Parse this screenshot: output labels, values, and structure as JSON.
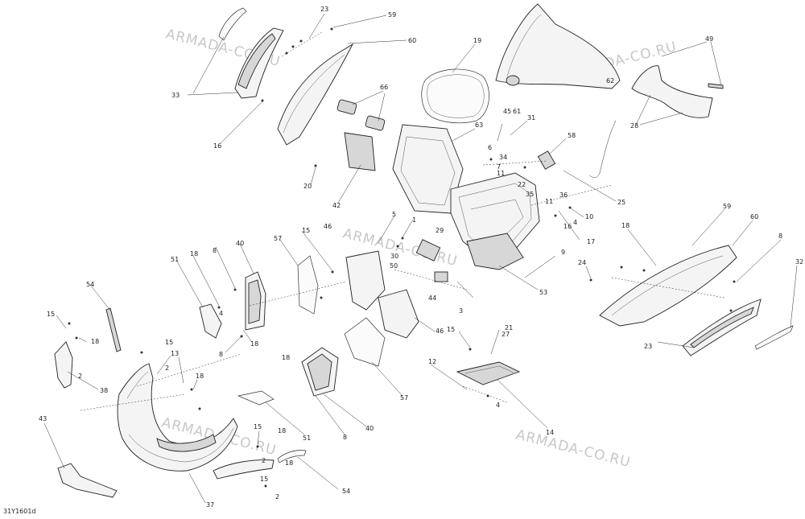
{
  "diagram": {
    "drawing_code": "31Y1601d",
    "watermark": "ARMADA-CO.RU",
    "callouts": [
      "23",
      "59",
      "60",
      "33",
      "16",
      "66",
      "19",
      "63",
      "62",
      "49",
      "28",
      "45",
      "61",
      "31",
      "58",
      "6",
      "34",
      "7",
      "11",
      "22",
      "35",
      "36",
      "10",
      "4",
      "16",
      "17",
      "25",
      "20",
      "42",
      "5",
      "1",
      "46",
      "15",
      "57",
      "30",
      "29",
      "50",
      "44",
      "3",
      "53",
      "9",
      "40",
      "8",
      "18",
      "51",
      "54",
      "13",
      "2",
      "38",
      "43",
      "37",
      "12",
      "21",
      "27",
      "14",
      "24",
      "32"
    ]
  },
  "labels": [
    {
      "id": "c23a",
      "text": "23"
    },
    {
      "id": "c59a",
      "text": "59"
    },
    {
      "id": "c60a",
      "text": "60"
    },
    {
      "id": "c33",
      "text": "33"
    },
    {
      "id": "c16a",
      "text": "16"
    },
    {
      "id": "c66",
      "text": "66"
    },
    {
      "id": "c19",
      "text": "19"
    },
    {
      "id": "c63",
      "text": "63"
    },
    {
      "id": "c62",
      "text": "62"
    },
    {
      "id": "c49",
      "text": "49"
    },
    {
      "id": "c28",
      "text": "28"
    },
    {
      "id": "c45",
      "text": "45"
    },
    {
      "id": "c61",
      "text": "61"
    },
    {
      "id": "c31",
      "text": "31"
    },
    {
      "id": "c58",
      "text": "58"
    },
    {
      "id": "c6",
      "text": "6"
    },
    {
      "id": "c34",
      "text": "34"
    },
    {
      "id": "c7",
      "text": "7"
    },
    {
      "id": "c11a",
      "text": "11"
    },
    {
      "id": "c22",
      "text": "22"
    },
    {
      "id": "c35",
      "text": "35"
    },
    {
      "id": "c36",
      "text": "36"
    },
    {
      "id": "c11b",
      "text": "11"
    },
    {
      "id": "c10",
      "text": "10"
    },
    {
      "id": "c4a",
      "text": "4"
    },
    {
      "id": "c16b",
      "text": "16"
    },
    {
      "id": "c17",
      "text": "17"
    },
    {
      "id": "c25",
      "text": "25"
    },
    {
      "id": "c20",
      "text": "20"
    },
    {
      "id": "c42",
      "text": "42"
    },
    {
      "id": "c5",
      "text": "5"
    },
    {
      "id": "c1",
      "text": "1"
    },
    {
      "id": "c29",
      "text": "29"
    },
    {
      "id": "c30",
      "text": "30"
    },
    {
      "id": "c50",
      "text": "50"
    },
    {
      "id": "c44",
      "text": "44"
    },
    {
      "id": "c3",
      "text": "3"
    },
    {
      "id": "c53",
      "text": "53"
    },
    {
      "id": "c9",
      "text": "9"
    },
    {
      "id": "c59b",
      "text": "59"
    },
    {
      "id": "c60b",
      "text": "60"
    },
    {
      "id": "c18a",
      "text": "18"
    },
    {
      "id": "c8a",
      "text": "8"
    },
    {
      "id": "c24",
      "text": "24"
    },
    {
      "id": "c32",
      "text": "32"
    },
    {
      "id": "c23b",
      "text": "23"
    },
    {
      "id": "c40a",
      "text": "40"
    },
    {
      "id": "c57a",
      "text": "57"
    },
    {
      "id": "c15a",
      "text": "15"
    },
    {
      "id": "c46a",
      "text": "46"
    },
    {
      "id": "c51a",
      "text": "51"
    },
    {
      "id": "c18b",
      "text": "18"
    },
    {
      "id": "c8b",
      "text": "8"
    },
    {
      "id": "c54a",
      "text": "54"
    },
    {
      "id": "c15b",
      "text": "15"
    },
    {
      "id": "c4b",
      "text": "4"
    },
    {
      "id": "c18c",
      "text": "18"
    },
    {
      "id": "c8c",
      "text": "8"
    },
    {
      "id": "c18d",
      "text": "18"
    },
    {
      "id": "c46b",
      "text": "46"
    },
    {
      "id": "c15c",
      "text": "15"
    },
    {
      "id": "c12",
      "text": "12"
    },
    {
      "id": "c21",
      "text": "21"
    },
    {
      "id": "c27",
      "text": "27"
    },
    {
      "id": "c4c",
      "text": "4"
    },
    {
      "id": "c14",
      "text": "14"
    },
    {
      "id": "c15d",
      "text": "15"
    },
    {
      "id": "c13",
      "text": "13"
    },
    {
      "id": "c2a",
      "text": "2"
    },
    {
      "id": "c18e",
      "text": "18"
    },
    {
      "id": "c2b",
      "text": "2"
    },
    {
      "id": "c38",
      "text": "38"
    },
    {
      "id": "c18f",
      "text": "18"
    },
    {
      "id": "c57b",
      "text": "57"
    },
    {
      "id": "c18g",
      "text": "18"
    },
    {
      "id": "c51b",
      "text": "51"
    },
    {
      "id": "c8d",
      "text": "8"
    },
    {
      "id": "c40b",
      "text": "40"
    },
    {
      "id": "c43",
      "text": "43"
    },
    {
      "id": "c15e",
      "text": "15"
    },
    {
      "id": "c18h",
      "text": "18"
    },
    {
      "id": "c2c",
      "text": "2"
    },
    {
      "id": "c37",
      "text": "37"
    },
    {
      "id": "c54b",
      "text": "54"
    },
    {
      "id": "c15f",
      "text": "15"
    },
    {
      "id": "c2d",
      "text": "2"
    }
  ]
}
